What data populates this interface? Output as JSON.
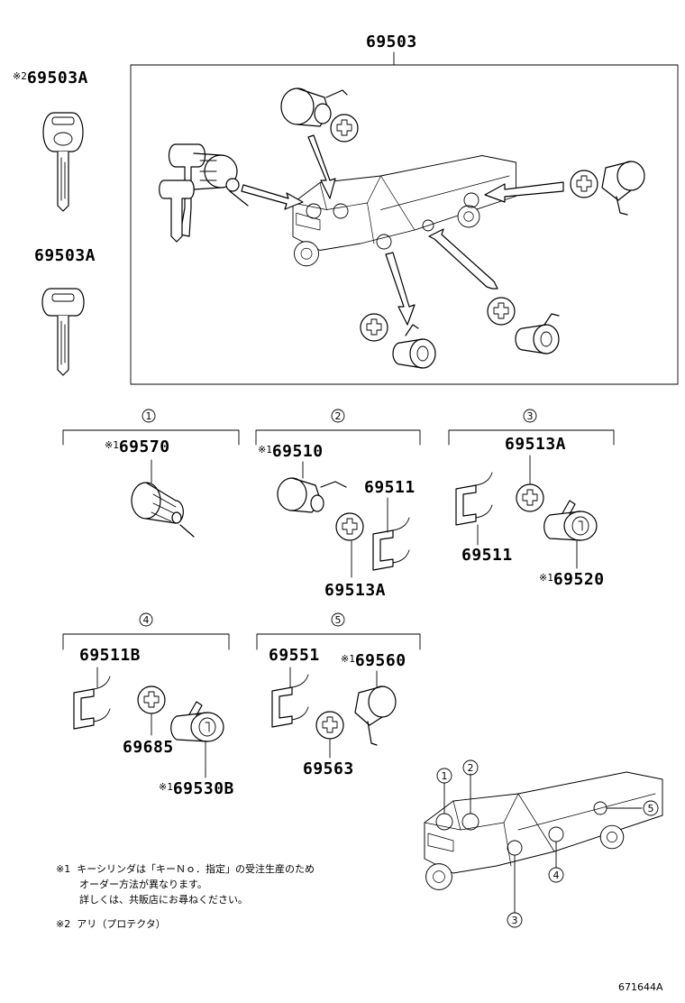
{
  "main_assembly": {
    "part_no": "69503"
  },
  "keys": [
    {
      "marker": "※2",
      "part_no": "69503A"
    },
    {
      "marker": "",
      "part_no": "69503A"
    }
  ],
  "groups": [
    {
      "num": "1",
      "parts": [
        {
          "marker": "※1",
          "part_no": "69570"
        }
      ]
    },
    {
      "num": "2",
      "parts": [
        {
          "marker": "※1",
          "part_no": "69510"
        },
        {
          "marker": "",
          "part_no": "69511"
        },
        {
          "marker": "",
          "part_no": "69513A"
        }
      ]
    },
    {
      "num": "3",
      "parts": [
        {
          "marker": "",
          "part_no": "69513A"
        },
        {
          "marker": "",
          "part_no": "69511"
        },
        {
          "marker": "※1",
          "part_no": "69520"
        }
      ]
    },
    {
      "num": "4",
      "parts": [
        {
          "marker": "",
          "part_no": "69511B"
        },
        {
          "marker": "",
          "part_no": "69685"
        },
        {
          "marker": "※1",
          "part_no": "69530B"
        }
      ]
    },
    {
      "num": "5",
      "parts": [
        {
          "marker": "",
          "part_no": "69551"
        },
        {
          "marker": "※1",
          "part_no": "69560"
        },
        {
          "marker": "",
          "part_no": "69563"
        }
      ]
    }
  ],
  "location_callouts": [
    "1",
    "2",
    "3",
    "4",
    "5"
  ],
  "notes": [
    {
      "marker": "※1",
      "lines": [
        "キーシリンダは「キーＮｏ．指定」の受注生産のため",
        "オーダー方法が異なります。",
        "詳しくは、共販店にお尋ねください。"
      ]
    },
    {
      "marker": "※2",
      "lines": [
        "アリ（プロテクタ）"
      ]
    }
  ],
  "reference_code": "671644A"
}
